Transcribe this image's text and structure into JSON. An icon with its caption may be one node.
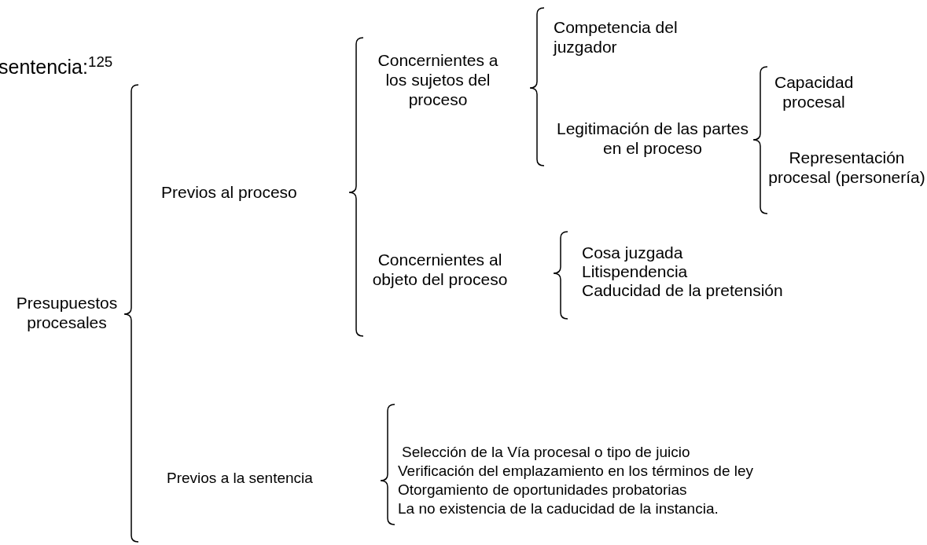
{
  "diagram": {
    "nodes": [
      {
        "text": [
          "Presupuestos procesales"
        ]
      },
      {
        "text": [
          "Previos al proceso"
        ]
      },
      {
        "text": [
          "Concernientes a los sujetos del proceso"
        ]
      },
      {
        "text": [
          "Competencia del juzgador"
        ]
      },
      {
        "text": [
          "Legitimación de las partes en el proceso"
        ]
      },
      {
        "text": [
          "Capacidad procesal"
        ]
      },
      {
        "text": [
          "Representación procesal (personería)"
        ]
      },
      {
        "text": [
          "Concernientes al objeto del proceso"
        ]
      },
      {
        "text": [
          "Cosa juzgada"
        ]
      },
      {
        "text": [
          "Litispendencia"
        ]
      },
      {
        "text": [
          "Caducidad de la pretensión"
        ]
      },
      {
        "text": [
          "Previos a la sentencia"
        ]
      },
      {
        "text": [
          "Selección de la Vía procesal o tipo de juicio"
        ]
      },
      {
        "text": [
          "Verificación del emplazamiento en los términos de ley"
        ]
      },
      {
        "text": [
          "Otorgamiento de oportunidades probatorias"
        ]
      },
      {
        "text": [
          "La no existencia de la caducidad de la instancia."
        ]
      }
    ],
    "labels": [
      "sentencia:$^{125}$"
    ]
  }
}
